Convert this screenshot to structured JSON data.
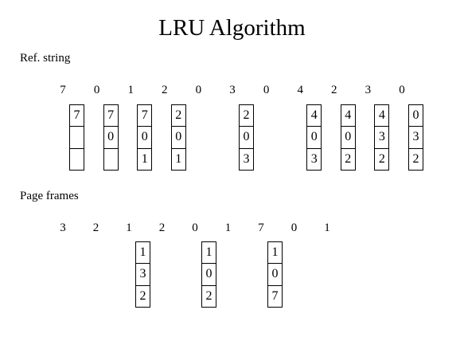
{
  "title": "LRU Algorithm",
  "label_reference": "Ref. string",
  "label_frames": "Page frames",
  "sequence_1": [
    "7",
    "0",
    "1",
    "2",
    "0",
    "3",
    "0",
    "4",
    "2",
    "3",
    "0"
  ],
  "stacks_1": [
    [
      "7",
      "",
      ""
    ],
    [
      "7",
      "0",
      ""
    ],
    [
      "7",
      "0",
      "1"
    ],
    [
      "2",
      "0",
      "1"
    ],
    null,
    [
      "2",
      "0",
      "3"
    ],
    null,
    [
      "4",
      "0",
      "3"
    ],
    [
      "4",
      "0",
      "2"
    ],
    [
      "4",
      "3",
      "2"
    ],
    [
      "0",
      "3",
      "2"
    ]
  ],
  "sequence_2": [
    "3",
    "2",
    "1",
    "2",
    "0",
    "1",
    "7",
    "0",
    "1"
  ],
  "stacks_2": [
    null,
    null,
    [
      "1",
      "3",
      "2"
    ],
    null,
    [
      "1",
      "0",
      "2"
    ],
    null,
    [
      "1",
      "0",
      "7"
    ],
    null,
    null
  ]
}
